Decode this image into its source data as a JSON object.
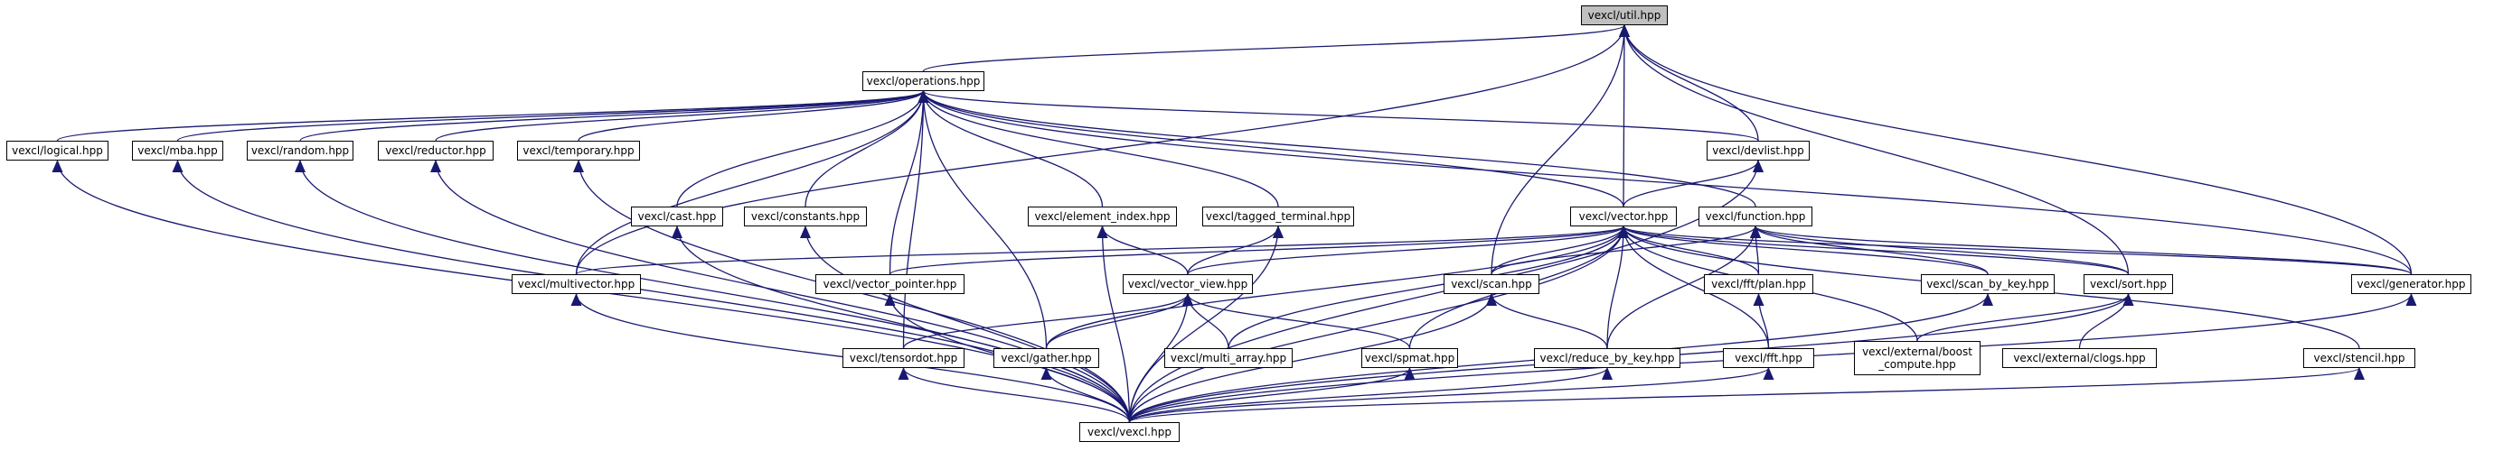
{
  "colors": {
    "edge": "#191970",
    "node_border": "#000000",
    "root_fill": "#bfbfbf",
    "node_fill": "#ffffff"
  },
  "nodes": {
    "util": "vexcl/util.hpp",
    "operations": "vexcl/operations.hpp",
    "logical": "vexcl/logical.hpp",
    "mba": "vexcl/mba.hpp",
    "random": "vexcl/random.hpp",
    "reductor": "vexcl/reductor.hpp",
    "temporary": "vexcl/temporary.hpp",
    "devlist": "vexcl/devlist.hpp",
    "cast": "vexcl/cast.hpp",
    "constants": "vexcl/constants.hpp",
    "element_index": "vexcl/element_index.hpp",
    "tagged_terminal": "vexcl/tagged_terminal.hpp",
    "vector": "vexcl/vector.hpp",
    "function": "vexcl/function.hpp",
    "multivector": "vexcl/multivector.hpp",
    "vector_pointer": "vexcl/vector_pointer.hpp",
    "vector_view": "vexcl/vector_view.hpp",
    "scan": "vexcl/scan.hpp",
    "fft_plan": "vexcl/fft/plan.hpp",
    "scan_by_key": "vexcl/scan_by_key.hpp",
    "sort": "vexcl/sort.hpp",
    "generator": "vexcl/generator.hpp",
    "tensordot": "vexcl/tensordot.hpp",
    "gather": "vexcl/gather.hpp",
    "multi_array": "vexcl/multi_array.hpp",
    "spmat": "vexcl/spmat.hpp",
    "reduce_by_key": "vexcl/reduce_by_key.hpp",
    "fft": "vexcl/fft.hpp",
    "boost_compute_1": "vexcl/external/boost",
    "boost_compute_2": "_compute.hpp",
    "clogs": "vexcl/external/clogs.hpp",
    "stencil": "vexcl/stencil.hpp",
    "vexcl": "vexcl/vexcl.hpp"
  },
  "edges": [
    [
      "operations",
      "util"
    ],
    [
      "devlist",
      "util"
    ],
    [
      "vector",
      "util"
    ],
    [
      "multivector",
      "util"
    ],
    [
      "scan",
      "util"
    ],
    [
      "sort",
      "util"
    ],
    [
      "generator",
      "util"
    ],
    [
      "logical",
      "operations"
    ],
    [
      "mba",
      "operations"
    ],
    [
      "random",
      "operations"
    ],
    [
      "reductor",
      "operations"
    ],
    [
      "temporary",
      "operations"
    ],
    [
      "devlist",
      "operations"
    ],
    [
      "cast",
      "operations"
    ],
    [
      "constants",
      "operations"
    ],
    [
      "element_index",
      "operations"
    ],
    [
      "tagged_terminal",
      "operations"
    ],
    [
      "vector",
      "operations"
    ],
    [
      "function",
      "operations"
    ],
    [
      "multivector",
      "operations"
    ],
    [
      "vector_pointer",
      "operations"
    ],
    [
      "tensordot",
      "operations"
    ],
    [
      "gather",
      "operations"
    ],
    [
      "generator",
      "operations"
    ],
    [
      "vector",
      "devlist"
    ],
    [
      "vexcl",
      "devlist"
    ],
    [
      "multivector",
      "vector"
    ],
    [
      "vector_pointer",
      "vector"
    ],
    [
      "vector_view",
      "vector"
    ],
    [
      "scan",
      "vector"
    ],
    [
      "fft_plan",
      "vector"
    ],
    [
      "scan_by_key",
      "vector"
    ],
    [
      "sort",
      "vector"
    ],
    [
      "generator",
      "vector"
    ],
    [
      "gather",
      "vector"
    ],
    [
      "multi_array",
      "vector"
    ],
    [
      "spmat",
      "vector"
    ],
    [
      "reduce_by_key",
      "vector"
    ],
    [
      "fft",
      "vector"
    ],
    [
      "boost_compute",
      "vector"
    ],
    [
      "stencil",
      "vector"
    ],
    [
      "vexcl",
      "vector"
    ],
    [
      "scan",
      "function"
    ],
    [
      "fft_plan",
      "function"
    ],
    [
      "scan_by_key",
      "function"
    ],
    [
      "sort",
      "function"
    ],
    [
      "generator",
      "function"
    ],
    [
      "reduce_by_key",
      "function"
    ],
    [
      "vector_view",
      "element_index"
    ],
    [
      "vexcl",
      "element_index"
    ],
    [
      "vector_view",
      "tagged_terminal"
    ],
    [
      "vexcl",
      "tagged_terminal"
    ],
    [
      "tensordot",
      "vector_view"
    ],
    [
      "gather",
      "vector_view"
    ],
    [
      "multi_array",
      "vector_view"
    ],
    [
      "spmat",
      "vector_view"
    ],
    [
      "vexcl",
      "vector_view"
    ],
    [
      "reduce_by_key",
      "scan"
    ],
    [
      "vexcl",
      "scan"
    ],
    [
      "fft",
      "fft_plan"
    ],
    [
      "boost_compute",
      "sort"
    ],
    [
      "clogs",
      "sort"
    ],
    [
      "vexcl",
      "sort"
    ],
    [
      "vexcl",
      "logical"
    ],
    [
      "vexcl",
      "mba"
    ],
    [
      "vexcl",
      "random"
    ],
    [
      "vexcl",
      "reductor"
    ],
    [
      "vexcl",
      "temporary"
    ],
    [
      "vexcl",
      "cast"
    ],
    [
      "vexcl",
      "constants"
    ],
    [
      "vexcl",
      "multivector"
    ],
    [
      "vexcl",
      "vector_pointer"
    ],
    [
      "vexcl",
      "scan_by_key"
    ],
    [
      "vexcl",
      "generator"
    ],
    [
      "vexcl",
      "tensordot"
    ],
    [
      "vexcl",
      "gather"
    ],
    [
      "vexcl",
      "spmat"
    ],
    [
      "vexcl",
      "reduce_by_key"
    ],
    [
      "vexcl",
      "fft"
    ],
    [
      "vexcl",
      "stencil"
    ]
  ]
}
